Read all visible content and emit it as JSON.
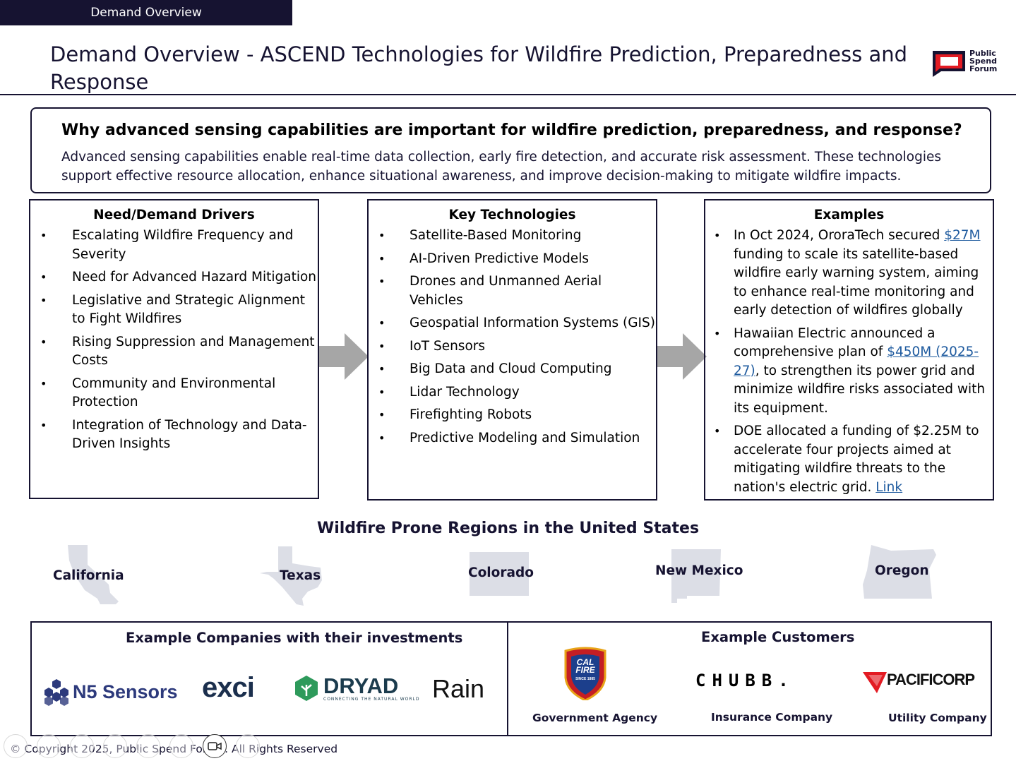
{
  "header": {
    "tab_label": "Demand Overview",
    "title": "Demand Overview - ASCEND Technologies for Wildfire Prediction, Preparedness and Response",
    "logo_text": [
      "Public",
      "Spend",
      "Forum"
    ]
  },
  "why": {
    "question": "Why advanced sensing capabilities are important for wildfire prediction, preparedness, and response?",
    "answer": "Advanced sensing capabilities enable real-time data collection, early fire detection, and accurate risk assessment. These technologies support effective resource allocation, enhance situational awareness, and improve decision-making to mitigate wildfire impacts."
  },
  "drivers": {
    "title": "Need/Demand Drivers",
    "items": [
      "Escalating Wildfire Frequency and Severity",
      "Need for Advanced Hazard Mitigation",
      "Legislative and Strategic Alignment to Fight Wildfires",
      "Rising Suppression and Management Costs",
      "Community and Environmental Protection",
      "Integration of Technology and Data-Driven Insights"
    ]
  },
  "technologies": {
    "title": "Key Technologies",
    "items": [
      "Satellite-Based Monitoring",
      "AI-Driven Predictive Models",
      "Drones and Unmanned Aerial Vehicles",
      "Geospatial Information Systems (GIS)",
      "IoT Sensors",
      "Big Data and Cloud Computing",
      "Lidar Technology",
      "Firefighting Robots",
      "Predictive Modeling and Simulation"
    ]
  },
  "examples": {
    "title": "Examples",
    "ex1_pre": "In Oct 2024, OroraTech secured ",
    "ex1_link": "$27M",
    "ex1_post": " funding to scale its satellite-based wildfire early warning system, aiming to enhance real-time monitoring and early detection of wildfires globally",
    "ex2_pre": "Hawaiian Electric announced a comprehensive plan of ",
    "ex2_link": "$450M (2025-27)",
    "ex2_post": ", to strengthen its power grid and minimize wildfire risks associated with its equipment.",
    "ex3_pre": "DOE allocated a funding of $2.25M to accelerate four projects aimed at mitigating wildfire threats to the nation's electric grid. ",
    "ex3_link": "Link"
  },
  "regions": {
    "title": "Wildfire Prone Regions in the United States",
    "states": [
      "California",
      "Texas",
      "Colorado",
      "New Mexico",
      "Oregon"
    ]
  },
  "companies": {
    "title": "Example Companies with their investments",
    "logos": [
      "N5 Sensors",
      "exci",
      "DRYAD",
      "CONNECTING THE NATURAL WORLD",
      "Rain"
    ]
  },
  "customers": {
    "title": "Example Customers",
    "calfire_logo": [
      "CAL",
      "FIRE",
      "SINCE 1885"
    ],
    "chubb_logo": "CHUBB.",
    "pacificorp_logo": "PACIFICORP",
    "labels": [
      "Government Agency",
      "Insurance Company",
      "Utility Company"
    ]
  },
  "footer": {
    "copyright": "© Copyright 2025, Public Spend Forum. All Rights Reserved"
  },
  "colors": {
    "navy": "#161331",
    "red": "#e31b23",
    "link": "#1f5b9f",
    "state_fill": "#dcdee6",
    "arrow": "#a6a6a6"
  }
}
